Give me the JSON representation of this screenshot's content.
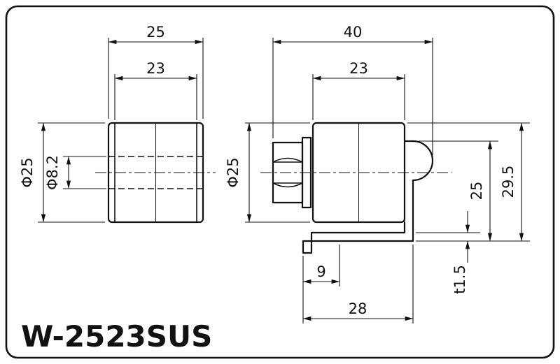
{
  "title": "W-2523SUS",
  "front_view": {
    "width_outer": "25",
    "width_tread": "23",
    "dia_outer": "Φ25",
    "dia_bore": "Φ8.2"
  },
  "side_view": {
    "width_overall": "40",
    "width_roller": "23",
    "dia_roller": "Φ25",
    "height_mount": "25",
    "height_overall": "29.5",
    "plate_thickness": "t1.5",
    "lip_offset": "9",
    "base_width": "28"
  },
  "colors": {
    "line": "#111111",
    "background": "#ffffff"
  }
}
